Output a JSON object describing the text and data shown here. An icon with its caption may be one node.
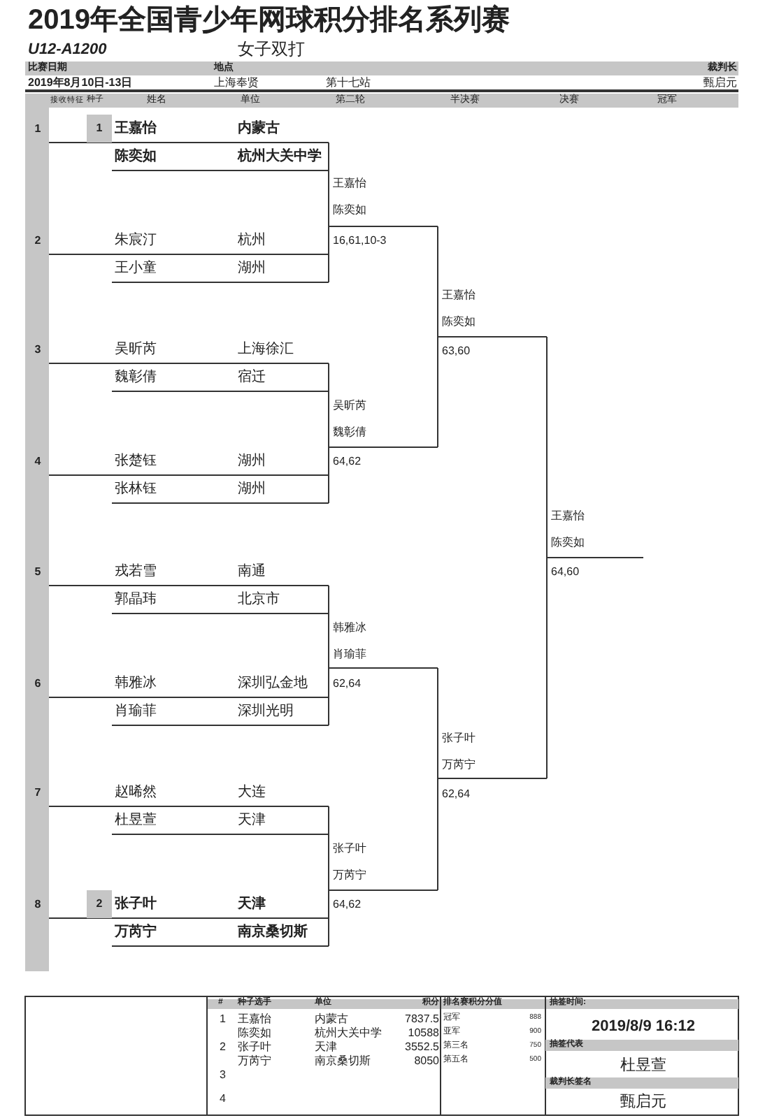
{
  "diagram": {
    "title": "2019年全国青少年网球积分排名系列赛",
    "labels": [
      "U12-A1200",
      "女子双打",
      "比赛日期",
      "地点",
      "裁判长",
      "2019年8月10日-13日",
      "上海奉贤",
      "第十七站",
      "甄启元",
      "接收特征",
      "种子",
      "姓名",
      "单位",
      "第二轮",
      "半决赛",
      "决赛",
      "冠军",
      "1",
      "1",
      "王嘉怡",
      "内蒙古",
      "陈奕如",
      "杭州大关中学",
      "王嘉怡",
      "陈奕如",
      "2",
      "朱宸汀",
      "杭州",
      "16,61,10-3",
      "王小童",
      "湖州",
      "王嘉怡",
      "陈奕如",
      "3",
      "吴昕芮",
      "上海徐汇",
      "63,60",
      "魏彰倩",
      "宿迁",
      "吴昕芮",
      "魏彰倩",
      "4",
      "张楚钰",
      "湖州",
      "64,62",
      "张林钰",
      "湖州",
      "王嘉怡",
      "陈奕如",
      "5",
      "戎若雪",
      "南通",
      "64,60",
      "郭晶玮",
      "北京市",
      "韩雅冰",
      "肖瑜菲",
      "6",
      "韩雅冰",
      "深圳弘金地",
      "62,64",
      "肖瑜菲",
      "深圳光明",
      "张子叶",
      "万芮宁",
      "7",
      "赵晞然",
      "大连",
      "62,64",
      "杜昱萱",
      "天津",
      "张子叶",
      "万芮宁",
      "8",
      "2",
      "张子叶",
      "天津",
      "64,62",
      "万芮宁",
      "南京桑切斯",
      "#",
      "种子选手",
      "单位",
      "积分",
      "排名赛积分分值",
      "抽签时间:",
      "1",
      "王嘉怡",
      "内蒙古",
      "7837.5",
      "冠军",
      "888",
      "2019/8/9 16:12",
      "陈奕如",
      "杭州大关中学",
      "10588",
      "亚军",
      "900",
      "2",
      "张子叶",
      "天津",
      "3552.5",
      "第三名",
      "750",
      "抽签代表",
      "万芮宁",
      "南京桑切斯",
      "8050",
      "第五名",
      "500",
      "杜昱萱",
      "3",
      "裁判长签名",
      "4",
      "甄启元"
    ]
  }
}
